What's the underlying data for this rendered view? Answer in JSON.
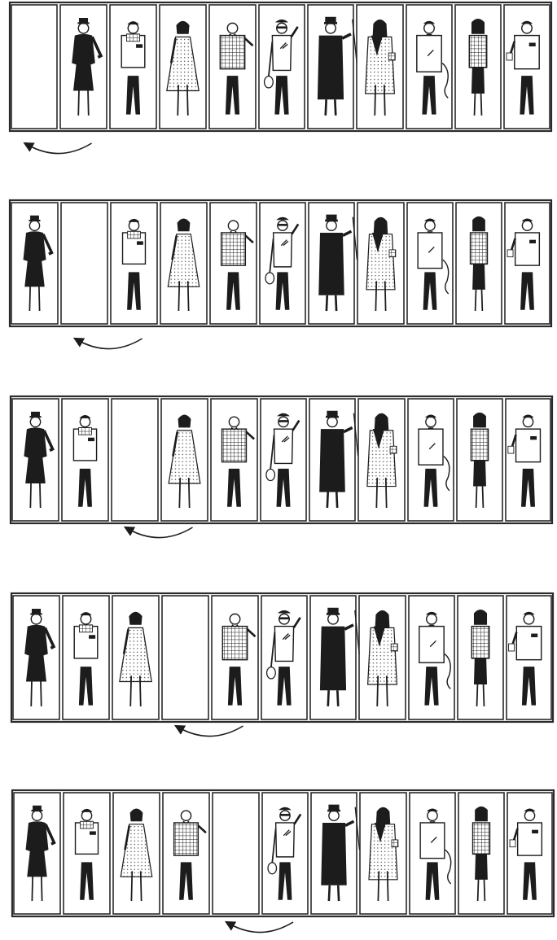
{
  "figure_types": [
    "woman-dark-suit",
    "man-checkered-scarf-jacket",
    "woman-dotted-dress",
    "man-checkered-shirt",
    "woman-sunglasses-handbag",
    "man-dark-coat-umbrella",
    "woman-light-coat-fur",
    "man-light-jacket-cat",
    "woman-hood-checkered-top",
    "man-light-jacket-dark-pants"
  ],
  "rows": [
    {
      "empty_slot": 0,
      "arrow_from": 1,
      "arrow_to": 0
    },
    {
      "empty_slot": 1,
      "arrow_from": 2,
      "arrow_to": 1
    },
    {
      "empty_slot": 2,
      "arrow_from": 3,
      "arrow_to": 2
    },
    {
      "empty_slot": 3,
      "arrow_from": 4,
      "arrow_to": 3
    },
    {
      "empty_slot": 4,
      "arrow_from": 5,
      "arrow_to": 4
    }
  ],
  "slots_per_row": 11,
  "colors": {
    "ink": "#1c1c1c",
    "paper": "#ffffff",
    "frame": "#2a2a2a"
  },
  "icons": [
    "curved-arrow-icon",
    "fashion-figure-icon"
  ]
}
